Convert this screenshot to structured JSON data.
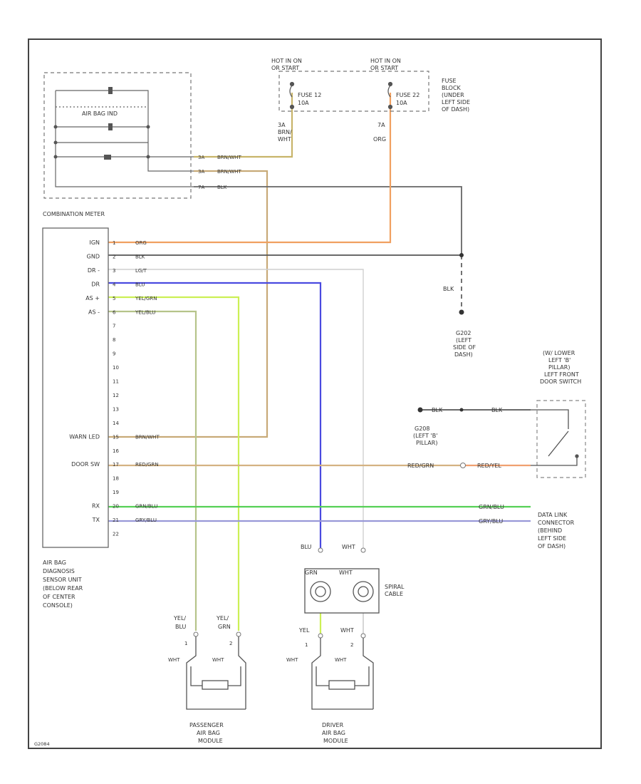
{
  "fuse_block": {
    "hot1": [
      "HOT IN ON",
      "OR START"
    ],
    "hot2": [
      "HOT IN ON",
      "OR START"
    ],
    "fuse1": [
      "FUSE 12",
      "10A"
    ],
    "fuse2": [
      "FUSE 22",
      "10A"
    ],
    "label": [
      "FUSE",
      "BLOCK",
      "(UNDER",
      "LEFT SIDE",
      "OF DASH)"
    ],
    "wire1": [
      "3A",
      "BRN/",
      "WHT"
    ],
    "wire2": [
      "7A",
      "ORG"
    ]
  },
  "meter": {
    "label": "COMBINATION METER",
    "inner_label": "AIR BAG IND",
    "pins": [
      "3A",
      "3A",
      "7A"
    ],
    "wires": [
      "BRN/WHT",
      "BRN/WHT",
      "BLK"
    ]
  },
  "ground1": {
    "wire": "BLK",
    "label": [
      "G202",
      "(LEFT",
      "SIDE OF",
      "DASH)"
    ]
  },
  "sensor": {
    "names": [
      "IGN",
      "GND",
      "DR -",
      "DR",
      "AS +",
      "AS -",
      "",
      "",
      "",
      "",
      "",
      "",
      "",
      "",
      "WARN LED",
      "",
      "DOOR SW",
      "",
      "",
      "RX",
      "TX",
      ""
    ],
    "pins": [
      "1",
      "2",
      "3",
      "4",
      "5",
      "6",
      "7",
      "8",
      "9",
      "10",
      "11",
      "12",
      "13",
      "14",
      "15",
      "16",
      "17",
      "18",
      "19",
      "20",
      "21",
      "22"
    ],
    "wires": [
      "ORG",
      "BLK",
      "LG/T",
      "BLU",
      "YEL/GRN",
      "YEL/BLU",
      "",
      "",
      "",
      "",
      "",
      "",
      "",
      "",
      "BRN/WHT",
      "",
      "RED/GRN",
      "",
      "",
      "GRN/BLU",
      "GRY/BLU",
      ""
    ],
    "label": [
      "AIR BAG",
      "DIAGNOSIS",
      "SENSOR UNIT",
      "(BELOW REAR",
      "OF CENTER",
      "CONSOLE)"
    ]
  },
  "door_switch": {
    "label": [
      "(W/ LOWER",
      "LEFT 'B'",
      "PILLAR)",
      "LEFT FRONT",
      "DOOR SWITCH"
    ],
    "ground_label": [
      "G208",
      "(LEFT 'B'",
      "PILLAR)"
    ],
    "wire_blk_a": "BLK",
    "wire_blk_b": "BLK",
    "wire_red1": "RED/GRN",
    "wire_red2": "RED/YEL"
  },
  "data_link": {
    "wire1": "GRN/BLU",
    "wire2": "GRY/BLU",
    "label": [
      "DATA LINK",
      "CONNECTOR",
      "(BEHIND",
      "LEFT SIDE",
      "OF DASH)"
    ]
  },
  "spiral": {
    "label": [
      "SPIRAL",
      "CABLE"
    ],
    "top_left": "BLU",
    "top_right": "WHT",
    "mid_left": "GRN",
    "mid_right": "WHT",
    "bottom_left": "YEL",
    "bottom_right": "WHT"
  },
  "passenger": {
    "wire1": [
      "YEL/",
      "BLU"
    ],
    "wire2": [
      "YEL/",
      "GRN"
    ],
    "pin1": "1",
    "pin2": "2",
    "wht_a": "WHT",
    "wht_b": "WHT",
    "label": [
      "PASSENGER",
      "AIR BAG",
      "MODULE"
    ]
  },
  "driver": {
    "pin1": "1",
    "pin2": "2",
    "wht_a": "WHT",
    "wht_b": "WHT",
    "label": [
      "DRIVER",
      "AIR BAG",
      "MODULE"
    ]
  },
  "footer_code": "G2084"
}
